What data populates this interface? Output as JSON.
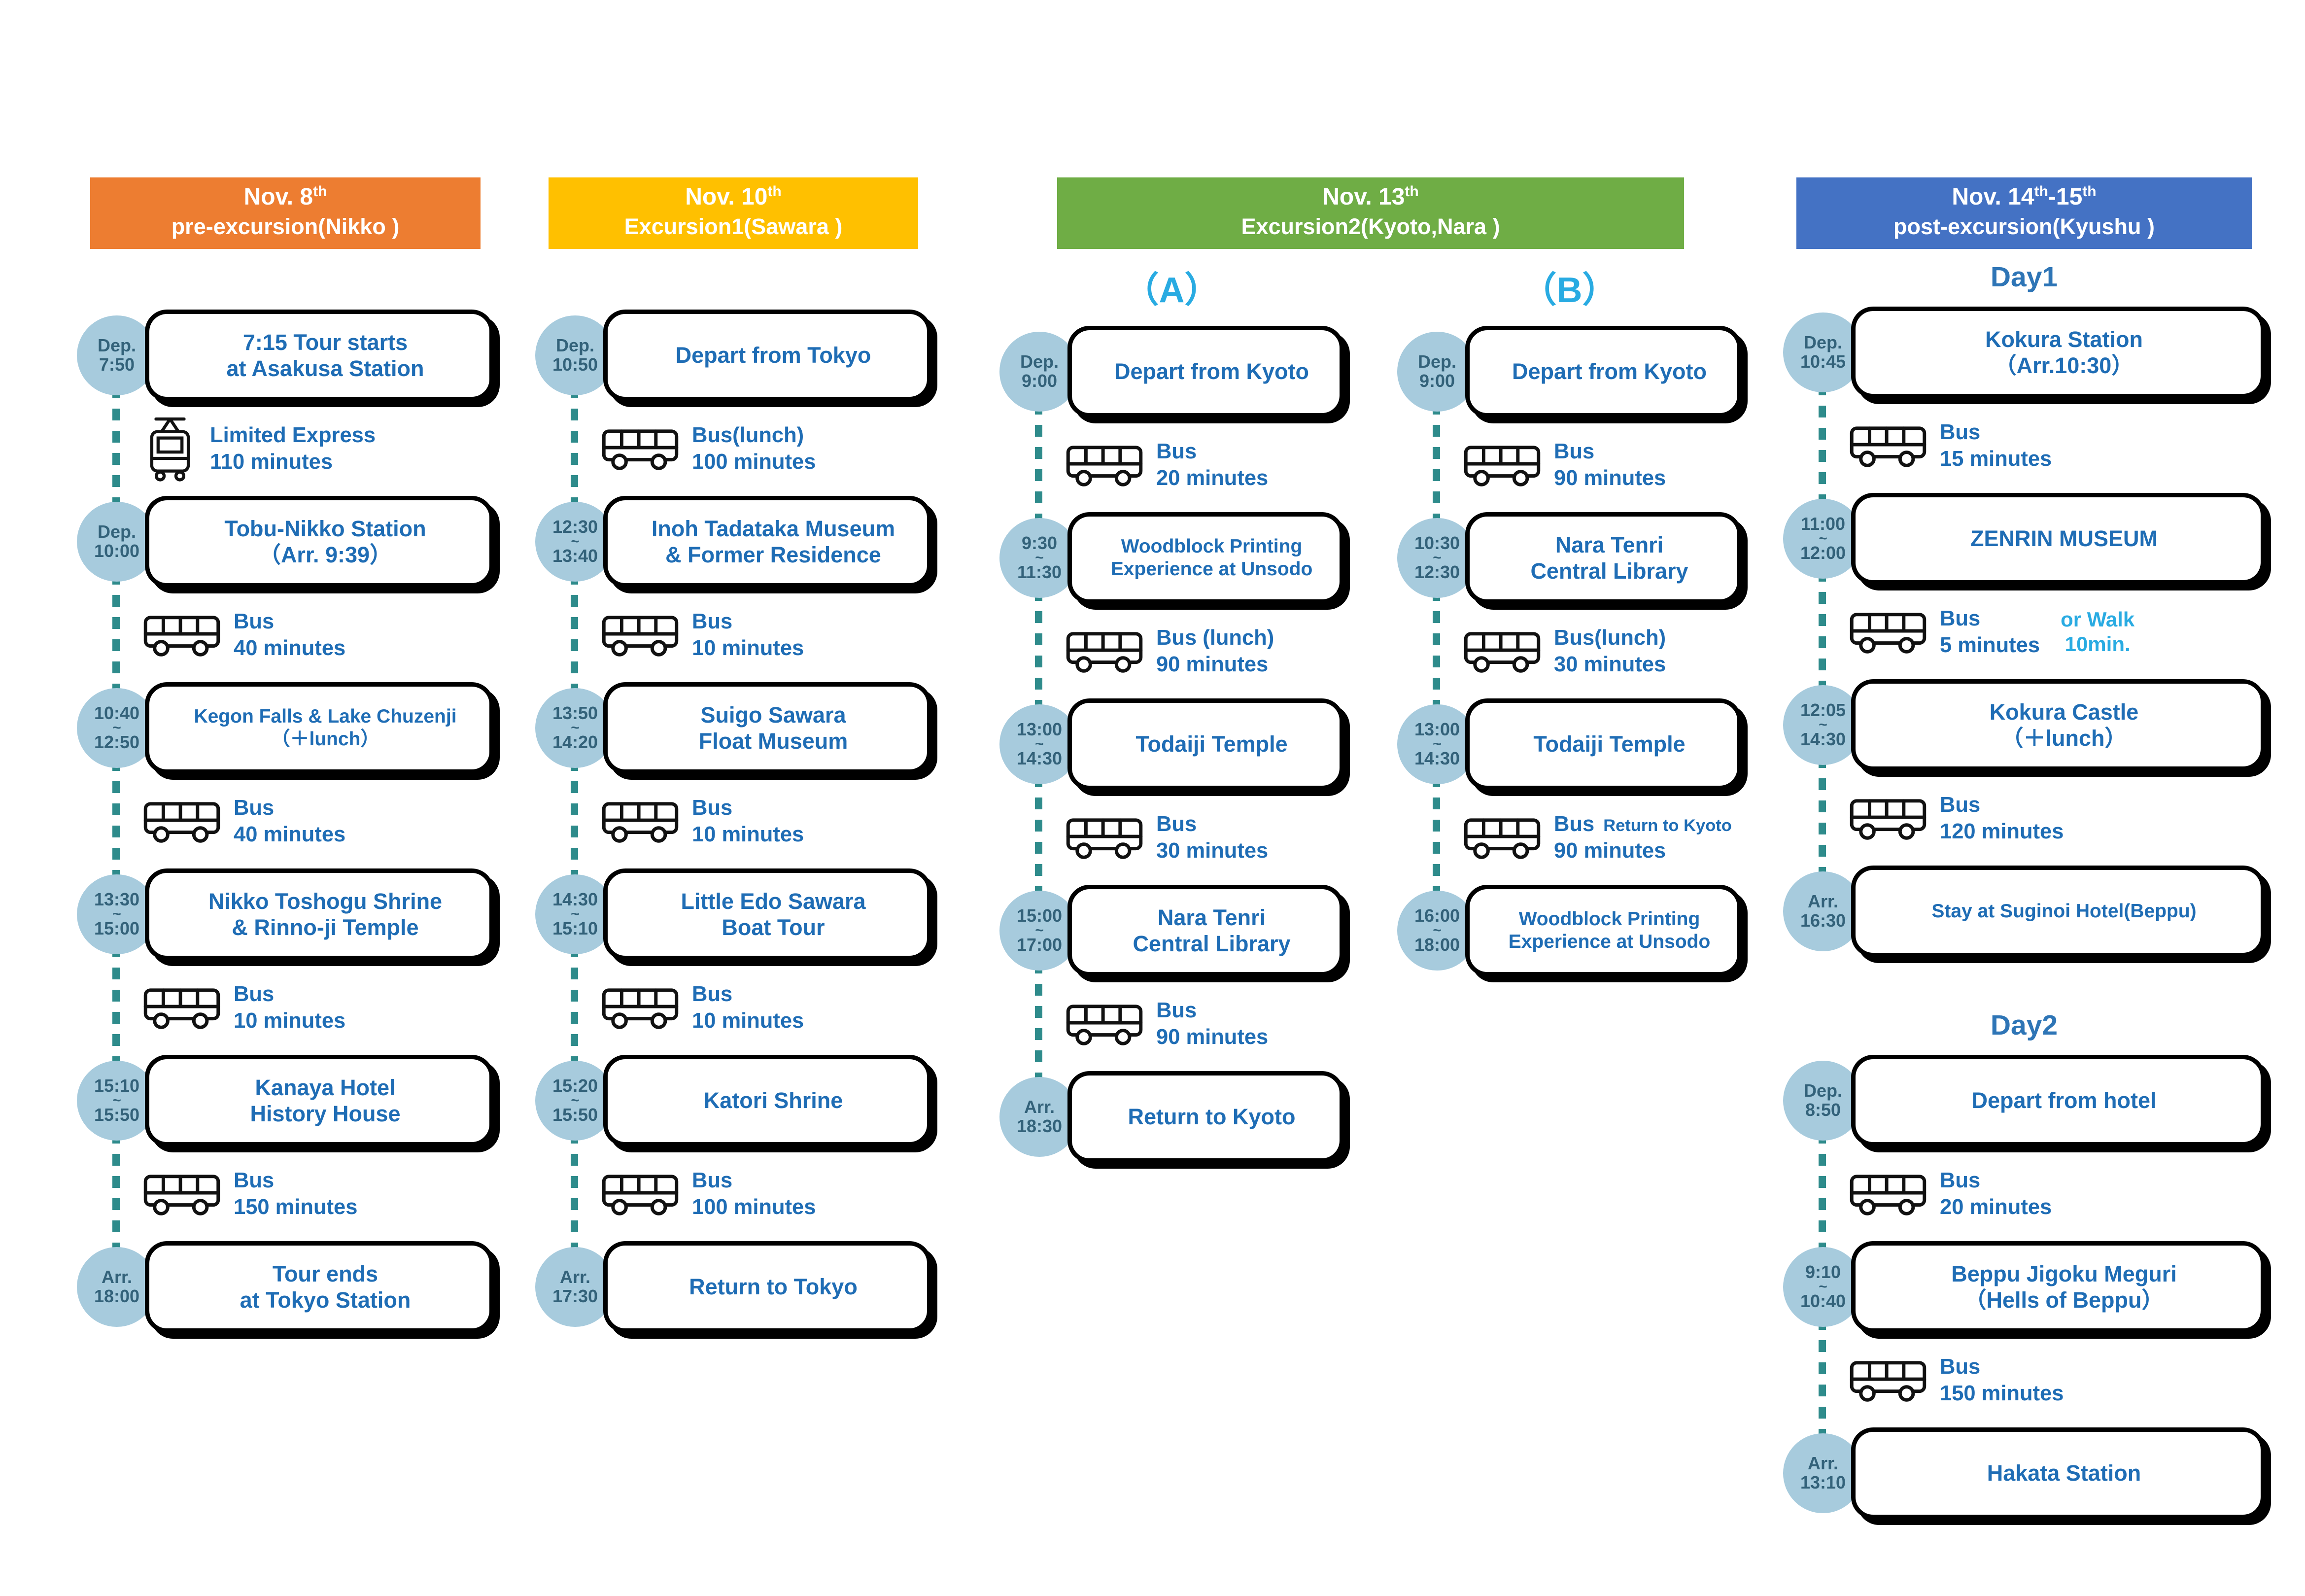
{
  "colors": {
    "header_orange": "#ED7D31",
    "header_yellow": "#FFC000",
    "header_green": "#6FAD45",
    "header_blue": "#4472C4",
    "event_text": "#1F6DB5",
    "badge_bg": "#A7CBDD",
    "badge_text": "#33627A",
    "connector_teal": "#2E8B8B",
    "accent_cyan": "#29ABE2",
    "day_label_blue": "#2E75B6"
  },
  "columns": [
    {
      "id": "nikko",
      "header": {
        "line1": [
          {
            "t": "Nov. 8"
          },
          {
            "t": "th",
            "sup": true
          }
        ],
        "line2": "pre-excursion(Nikko )",
        "color": "#ED7D31"
      },
      "group_layout": "col",
      "groups": [
        {
          "label": null,
          "items": [
            {
              "type": "event",
              "time": [
                "Dep.",
                "7:50"
              ],
              "text": [
                "7:15 Tour starts",
                "at Asakusa Station"
              ]
            },
            {
              "type": "transit",
              "icon": "train",
              "lines": [
                "Limited Express",
                "110 minutes"
              ]
            },
            {
              "type": "event",
              "time": [
                "Dep.",
                "10:00"
              ],
              "text": [
                "Tobu-Nikko Station",
                "（Arr. 9:39）"
              ]
            },
            {
              "type": "transit",
              "icon": "bus",
              "lines": [
                "Bus",
                "40 minutes"
              ]
            },
            {
              "type": "event",
              "time": [
                "10:40",
                "~",
                "12:50"
              ],
              "small": true,
              "text": [
                "Kegon Falls & Lake Chuzenji",
                "（＋lunch）"
              ]
            },
            {
              "type": "transit",
              "icon": "bus",
              "lines": [
                "Bus",
                "40 minutes"
              ]
            },
            {
              "type": "event",
              "time": [
                "13:30",
                "~",
                "15:00"
              ],
              "text": [
                "Nikko Toshogu Shrine",
                "& Rinno-ji Temple"
              ]
            },
            {
              "type": "transit",
              "icon": "bus",
              "lines": [
                "Bus",
                "10 minutes"
              ]
            },
            {
              "type": "event",
              "time": [
                "15:10",
                "~",
                "15:50"
              ],
              "text": [
                "Kanaya Hotel",
                "History House"
              ]
            },
            {
              "type": "transit",
              "icon": "bus",
              "lines": [
                "Bus",
                "150 minutes"
              ]
            },
            {
              "type": "event",
              "time": [
                "Arr.",
                "18:00"
              ],
              "text": [
                "Tour ends",
                "at Tokyo Station"
              ]
            }
          ]
        }
      ]
    },
    {
      "id": "sawara",
      "header": {
        "line1": [
          {
            "t": "Nov. 10"
          },
          {
            "t": "th",
            "sup": true
          }
        ],
        "line2": "Excursion1(Sawara )",
        "color": "#FFC000"
      },
      "group_layout": "col",
      "groups": [
        {
          "label": null,
          "items": [
            {
              "type": "event",
              "time": [
                "Dep.",
                "10:50"
              ],
              "text": [
                "Depart from Tokyo"
              ]
            },
            {
              "type": "transit",
              "icon": "bus",
              "lines": [
                "Bus(lunch)",
                "100 minutes"
              ]
            },
            {
              "type": "event",
              "time": [
                "12:30",
                "~",
                "13:40"
              ],
              "text": [
                "Inoh Tadataka Museum",
                "& Former Residence"
              ]
            },
            {
              "type": "transit",
              "icon": "bus",
              "lines": [
                "Bus",
                "10 minutes"
              ]
            },
            {
              "type": "event",
              "time": [
                "13:50",
                "~",
                "14:20"
              ],
              "text": [
                "Suigo Sawara",
                "Float Museum"
              ]
            },
            {
              "type": "transit",
              "icon": "bus",
              "lines": [
                "Bus",
                "10 minutes"
              ]
            },
            {
              "type": "event",
              "time": [
                "14:30",
                "~",
                "15:10"
              ],
              "text": [
                "Little Edo Sawara",
                "Boat Tour"
              ]
            },
            {
              "type": "transit",
              "icon": "bus",
              "lines": [
                "Bus",
                "10 minutes"
              ]
            },
            {
              "type": "event",
              "time": [
                "15:20",
                "~",
                "15:50"
              ],
              "text": [
                "Katori Shrine"
              ]
            },
            {
              "type": "transit",
              "icon": "bus",
              "lines": [
                "Bus",
                "100 minutes"
              ]
            },
            {
              "type": "event",
              "time": [
                "Arr.",
                "17:30"
              ],
              "text": [
                "Return to Tokyo"
              ]
            }
          ]
        }
      ]
    },
    {
      "id": "kyoto",
      "header": {
        "line1": [
          {
            "t": "Nov. 13"
          },
          {
            "t": "th",
            "sup": true
          }
        ],
        "line2": "Excursion2(Kyoto,Nara )",
        "color": "#6FAD45"
      },
      "group_layout": "row",
      "groups": [
        {
          "label": "（A）",
          "label_style": "cyan",
          "items": [
            {
              "type": "event",
              "time": [
                "Dep.",
                "9:00"
              ],
              "text": [
                "Depart from Kyoto"
              ]
            },
            {
              "type": "transit",
              "icon": "bus",
              "lines": [
                "Bus",
                "20 minutes"
              ]
            },
            {
              "type": "event",
              "time": [
                "9:30",
                "~",
                "11:30"
              ],
              "small": true,
              "text": [
                "Woodblock Printing",
                "Experience at Unsodo"
              ]
            },
            {
              "type": "transit",
              "icon": "bus",
              "lines": [
                "Bus (lunch)",
                "90 minutes"
              ]
            },
            {
              "type": "event",
              "time": [
                "13:00",
                "~",
                "14:30"
              ],
              "text": [
                "Todaiji Temple"
              ]
            },
            {
              "type": "transit",
              "icon": "bus",
              "lines": [
                "Bus",
                "30 minutes"
              ]
            },
            {
              "type": "event",
              "time": [
                "15:00",
                "~",
                "17:00"
              ],
              "text": [
                "Nara Tenri",
                "Central Library"
              ]
            },
            {
              "type": "transit",
              "icon": "bus",
              "lines": [
                "Bus",
                "90 minutes"
              ]
            },
            {
              "type": "event",
              "time": [
                "Arr.",
                "18:30"
              ],
              "text": [
                "Return to Kyoto"
              ]
            }
          ]
        },
        {
          "label": "（B）",
          "label_style": "cyan",
          "items": [
            {
              "type": "event",
              "time": [
                "Dep.",
                "9:00"
              ],
              "text": [
                "Depart from Kyoto"
              ]
            },
            {
              "type": "transit",
              "icon": "bus",
              "lines": [
                "Bus",
                "90 minutes"
              ]
            },
            {
              "type": "event",
              "time": [
                "10:30",
                "~",
                "12:30"
              ],
              "text": [
                "Nara Tenri",
                "Central Library"
              ]
            },
            {
              "type": "transit",
              "icon": "bus",
              "lines": [
                "Bus(lunch)",
                "30 minutes"
              ]
            },
            {
              "type": "event",
              "time": [
                "13:00",
                "~",
                "14:30"
              ],
              "text": [
                "Todaiji Temple"
              ]
            },
            {
              "type": "transit",
              "icon": "bus",
              "lines": [
                "Bus",
                "90 minutes"
              ],
              "suffix": "Return to Kyoto"
            },
            {
              "type": "event",
              "time": [
                "16:00",
                "~",
                "18:00"
              ],
              "small": true,
              "text": [
                "Woodblock Printing",
                "Experience at Unsodo"
              ]
            }
          ]
        }
      ]
    },
    {
      "id": "kyushu",
      "header": {
        "line1": [
          {
            "t": "Nov. 14"
          },
          {
            "t": "th",
            "sup": true
          },
          {
            "t": "-15"
          },
          {
            "t": "th",
            "sup": true
          }
        ],
        "line2": "post-excursion(Kyushu )",
        "color": "#4472C4"
      },
      "group_layout": "col",
      "groups": [
        {
          "label": "Day1",
          "label_style": "blue",
          "items": [
            {
              "type": "event",
              "time": [
                "Dep.",
                "10:45"
              ],
              "text": [
                "Kokura Station",
                "（Arr.10:30）"
              ]
            },
            {
              "type": "transit",
              "icon": "bus",
              "lines": [
                "Bus",
                "15 minutes"
              ]
            },
            {
              "type": "event",
              "time": [
                "11:00",
                "~",
                "12:00"
              ],
              "text": [
                "ZENRIN MUSEUM"
              ]
            },
            {
              "type": "transit",
              "icon": "bus",
              "lines": [
                "Bus",
                "5 minutes"
              ],
              "extra": [
                "or Walk",
                "10min."
              ]
            },
            {
              "type": "event",
              "time": [
                "12:05",
                "~",
                "14:30"
              ],
              "text": [
                "Kokura Castle",
                "（＋lunch）"
              ]
            },
            {
              "type": "transit",
              "icon": "bus",
              "lines": [
                "Bus",
                "120 minutes"
              ]
            },
            {
              "type": "event",
              "time": [
                "Arr.",
                "16:30"
              ],
              "small": true,
              "text": [
                "Stay at Suginoi Hotel(Beppu)"
              ]
            }
          ]
        },
        {
          "label": "Day2",
          "label_style": "blue",
          "items": [
            {
              "type": "event",
              "time": [
                "Dep.",
                "8:50"
              ],
              "text": [
                "Depart from hotel"
              ]
            },
            {
              "type": "transit",
              "icon": "bus",
              "lines": [
                "Bus",
                "20 minutes"
              ]
            },
            {
              "type": "event",
              "time": [
                "9:10",
                "~",
                "10:40"
              ],
              "text": [
                "Beppu Jigoku Meguri",
                "（Hells of Beppu）"
              ]
            },
            {
              "type": "transit",
              "icon": "bus",
              "lines": [
                "Bus",
                "150 minutes"
              ]
            },
            {
              "type": "event",
              "time": [
                "Arr.",
                "13:10"
              ],
              "text": [
                "Hakata Station"
              ]
            }
          ]
        }
      ]
    }
  ]
}
